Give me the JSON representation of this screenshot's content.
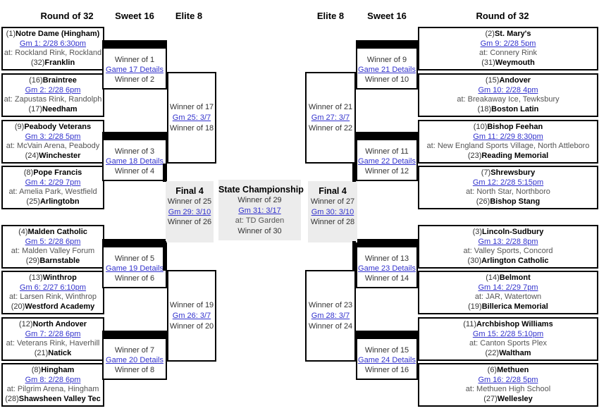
{
  "colors": {
    "link": "#3232cd",
    "connector": "#000000",
    "panel_bg": "#ececec",
    "venue_text": "#555555"
  },
  "headers": {
    "left_round32": "Round of 32",
    "left_sweet16": "Sweet 16",
    "left_elite8": "Elite 8",
    "right_elite8": "Elite 8",
    "right_sweet16": "Sweet 16",
    "right_round32": "Round of 32"
  },
  "round32": [
    {
      "seed1": "(1)",
      "team1": "Notre Dame (Hingham)",
      "game": "Gm 1: 2/28 6:30pm",
      "venue": "at: Rockland Rink, Rockland",
      "seed2": "(32)",
      "team2": "Franklin"
    },
    {
      "seed1": "(16)",
      "team1": "Braintree",
      "game": "Gm 2: 2/28 6pm",
      "venue": "at: Zapustas Rink, Randolph",
      "seed2": "(17)",
      "team2": "Needham"
    },
    {
      "seed1": "(9)",
      "team1": "Peabody Veterans",
      "game": "Gm 3: 2/28 5pm",
      "venue": "at: McVain Arena, Peabody",
      "seed2": "(24)",
      "team2": "Winchester"
    },
    {
      "seed1": "(8)",
      "team1": "Pope Francis",
      "game": "Gm 4: 2/29 7pm",
      "venue": "at: Amelia Park, Westfield",
      "seed2": "(25)",
      "team2": "Arlingtobn"
    },
    {
      "seed1": "(4)",
      "team1": "Malden Catholic",
      "game": "Gm 5: 2/28 6pm",
      "venue": "at: Malden Valley Forum",
      "seed2": "(29)",
      "team2": "Barnstable"
    },
    {
      "seed1": "(13)",
      "team1": "Winthrop",
      "game": "Gm 6: 2/27 6:10pm",
      "venue": "at: Larsen Rink, Winthrop",
      "seed2": "(20)",
      "team2": "Westford Academy"
    },
    {
      "seed1": "(12)",
      "team1": "North Andover",
      "game": "Gm 7: 2/28 6pm",
      "venue": "at: Veterans Rink, Haverhill",
      "seed2": "(21)",
      "team2": "Natick"
    },
    {
      "seed1": "(8)",
      "team1": "Hingham",
      "game": "Gm 8: 2/28 6pm",
      "venue": "at: Pilgrim Arena, Hingham",
      "seed2": "(28)",
      "team2": "Shawsheen Valley Tec"
    },
    {
      "seed1": "(2)",
      "team1": "St. Mary's",
      "game": "Gm 9: 2/28 5pm",
      "venue": "at: Connery Rink",
      "seed2": "(31)",
      "team2": "Weymouth"
    },
    {
      "seed1": "(15)",
      "team1": "Andover",
      "game": "Gm 10: 2/28 4pm",
      "venue": "at: Breakaway Ice, Tewksbury",
      "seed2": "(18)",
      "team2": "Boston Latin"
    },
    {
      "seed1": "(10)",
      "team1": "Bishop Feehan",
      "game": "Gm 11: 2/29 8:30pm",
      "venue": "at: New England Sports Village, North Attleboro",
      "seed2": "(23)",
      "team2": "Reading Memorial"
    },
    {
      "seed1": "(7)",
      "team1": "Shrewsbury",
      "game": "Gm 12: 2/28 5:15pm",
      "venue": "at: North Star, Northboro",
      "seed2": "(26)",
      "team2": "Bishop Stang"
    },
    {
      "seed1": "(3)",
      "team1": "Lincoln-Sudbury",
      "game": "Gm 13: 2/28 8pm",
      "venue": "at: Valley Sports, Concord",
      "seed2": "(30)",
      "team2": "Arlington Catholic"
    },
    {
      "seed1": "(14)",
      "team1": "Belmont",
      "game": "Gm 14: 2/29 7pm",
      "venue": "at: JAR, Watertown",
      "seed2": "(19)",
      "team2": "Billerica Memorial"
    },
    {
      "seed1": "(11)",
      "team1": "Archbishop Williams",
      "game": "Gm 15: 2/28 5:10pm",
      "venue": "at: Canton Sports Plex",
      "seed2": "(22)",
      "team2": "Waltham"
    },
    {
      "seed1": "(6)",
      "team1": "Methuen",
      "game": "Gm 16: 2/28 5pm",
      "venue": "at: Methuen High School",
      "seed2": "(27)",
      "team2": "Wellesley"
    }
  ],
  "sweet16": [
    {
      "top": "Winner of 1",
      "link": "Game 17 Details",
      "bottom": "Winner of 2"
    },
    {
      "top": "Winner of 3",
      "link": "Game 18 Details",
      "bottom": "Winner of 4"
    },
    {
      "top": "Winner of 5",
      "link": "Game 19 Details",
      "bottom": "Winner of 6"
    },
    {
      "top": "Winner of 7",
      "link": "Game 20 Details",
      "bottom": "Winner of 8"
    },
    {
      "top": "Winner of 9",
      "link": "Game 21 Details",
      "bottom": "Winner of 10"
    },
    {
      "top": "Winner of 11",
      "link": "Game 22 Details",
      "bottom": "Winner of 12"
    },
    {
      "top": "Winner of 13",
      "link": "Game 23 Details",
      "bottom": "Winner of 14"
    },
    {
      "top": "Winner of 15",
      "link": "Game 24 Details",
      "bottom": "Winner of 16"
    }
  ],
  "elite8": [
    {
      "top": "Winner of 17",
      "link": "Gm 25: 3/7",
      "bottom": "Winner of 18"
    },
    {
      "top": "Winner of 19",
      "link": "Gm 26: 3/7",
      "bottom": "Winner of 20"
    },
    {
      "top": "Winner of 21",
      "link": "Gm 27: 3/7",
      "bottom": "Winner of 22"
    },
    {
      "top": "Winner of 23",
      "link": "Gm 28: 3/7",
      "bottom": "Winner of 24"
    }
  ],
  "final4": [
    {
      "title": "Final 4",
      "top": "Winner of 25",
      "link": "Gm 29: 3/10",
      "bottom": "Winner of 26"
    },
    {
      "title": "Final 4",
      "top": "Winner of 27",
      "link": "Gm 30: 3/10",
      "bottom": "Winner of 28"
    }
  ],
  "championship": {
    "title": "State Championship",
    "top": "Winner of 29",
    "link": "Gm 31: 3/17",
    "venue": "at: TD Garden",
    "bottom": "Winner of 30"
  }
}
